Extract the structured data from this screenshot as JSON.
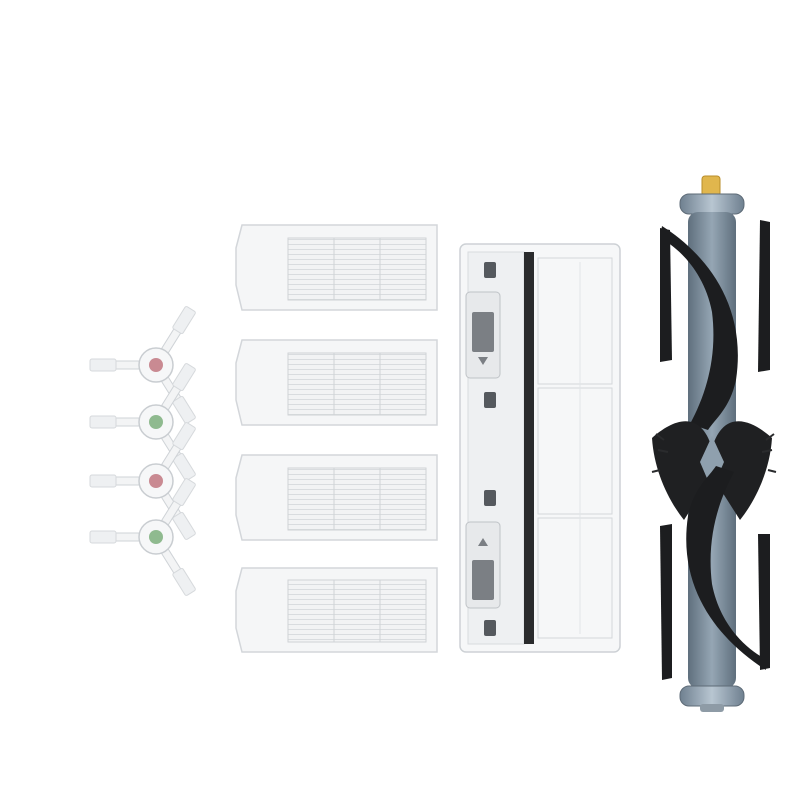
{
  "scene": {
    "background": "#ffffff",
    "items": [
      {
        "name": "side-brush",
        "count": 4,
        "hub_colors": [
          "#c98a92",
          "#8fba8f",
          "#c98a92",
          "#8fba8f"
        ]
      },
      {
        "name": "hepa-filter",
        "count": 4
      },
      {
        "name": "main-brush-cover",
        "count": 1
      },
      {
        "name": "main-roller-brush",
        "count": 1
      }
    ],
    "colors": {
      "plastic_white": "#f4f5f6",
      "plastic_edge": "#d3d6da",
      "filter_mesh": "#e6e8ea",
      "bristle_dark": "#1c1d1f",
      "roller_core": "#7c8d9c",
      "roller_tip": "#e0b64d"
    }
  }
}
